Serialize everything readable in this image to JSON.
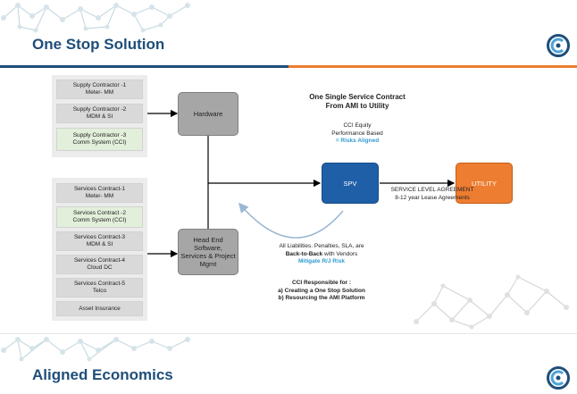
{
  "slide1": {
    "title": "One Stop Solution",
    "supply_boxes": [
      {
        "l1": "Supply Contractor -1",
        "l2": "Meter- MM"
      },
      {
        "l1": "Supply Contractor -2",
        "l2": "MDM & SI"
      },
      {
        "l1": "Supply Contractor -3",
        "l2": "Comm System (CCI)"
      }
    ],
    "service_boxes": [
      {
        "l1": "Services Contract-1",
        "l2": "Meter- MM"
      },
      {
        "l1": "Services Contract -2",
        "l2": "Comm System (CCI)"
      },
      {
        "l1": "Services Contract-3",
        "l2": "MDM & SI"
      },
      {
        "l1": "Services Contract-4",
        "l2": "Cloud DC"
      },
      {
        "l1": "Services Contract-5",
        "l2": "Telco"
      },
      {
        "l1": "Asset Insurance",
        "l2": ""
      }
    ],
    "hardware": "Hardware",
    "headend": {
      "l1": "Head End",
      "l2": "Software,",
      "l3": "Services & Project",
      "l4": "Mgmt"
    },
    "spv": "SPV",
    "utility": "UTILITY",
    "contract": {
      "l1": "One Single Service Contract",
      "l2": "From AMI to Utility"
    },
    "equity": {
      "l1": "CCI Equity",
      "l2": "Performance Based",
      "l3": "= Risks Aligned"
    },
    "sla": {
      "l1": "SERVICE LEVEL AGREEMENT",
      "l2": "8-12 year Lease Agreements"
    },
    "liabilities": {
      "l1": "All Liabilities. Penalties, SLA, are",
      "l2a": "Back-to-Back",
      "l2b": " with Vendors",
      "l3": "Mitigate R/J Risk"
    },
    "responsible": {
      "l1": "CCI Responsible for :",
      "l2": "a)   Creating a One Stop Solution",
      "l3": "b) Resourcing the AMI Platform"
    }
  },
  "slide2": {
    "title": "Aligned Economics"
  },
  "colors": {
    "title": "#1f4e79",
    "accent_orange": "#ed7d31",
    "spv_blue": "#1f5fa8",
    "highlight_blue": "#2e9ad0",
    "green_box": "#e2efda"
  },
  "icons": {
    "logo": "cci-swirl-logo",
    "decoration": "molecule-network-decoration"
  }
}
